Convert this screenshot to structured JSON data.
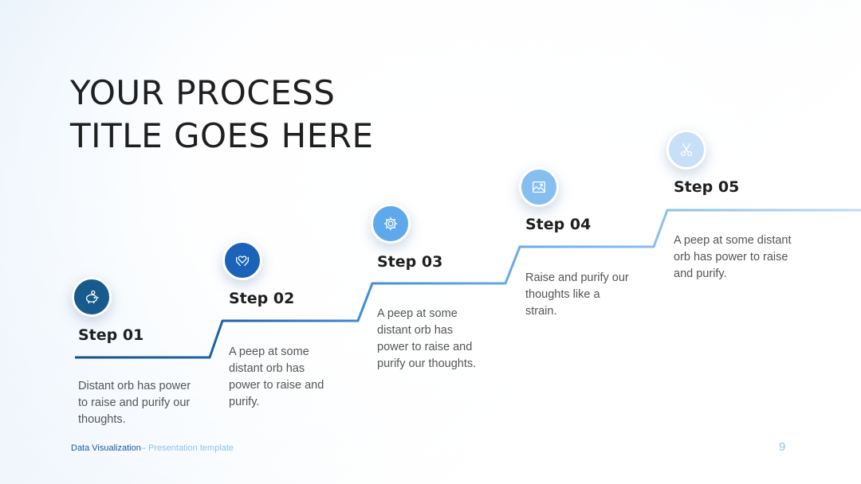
{
  "title": {
    "line1": "YOUR PROCESS",
    "line2": "TITLE GOES HERE"
  },
  "steps": [
    {
      "label": "Step 01",
      "description": "Distant orb has power to raise and purify our thoughts.",
      "icon": "piggy-bank-icon",
      "color": "#185a8c"
    },
    {
      "label": "Step 02",
      "description": "A peep at some distant orb has power to raise and purify.",
      "icon": "heart-hand-icon",
      "color": "#1a63b9"
    },
    {
      "label": "Step 03",
      "description": "A peep at some distant orb has power to raise and purify our thoughts.",
      "icon": "gear-icon",
      "color": "#5ea8ec"
    },
    {
      "label": "Step 04",
      "description": "Raise and purify our thoughts like a strain.",
      "icon": "picture-icon",
      "color": "#86beef"
    },
    {
      "label": "Step 05",
      "description": "A peep at some distant orb has power to raise and purify.",
      "icon": "scissors-icon",
      "color": "#c7e0f8"
    }
  ],
  "footer": {
    "brand": "Data Visualization",
    "subtitle": "– Presentation template",
    "page_number": "9"
  }
}
